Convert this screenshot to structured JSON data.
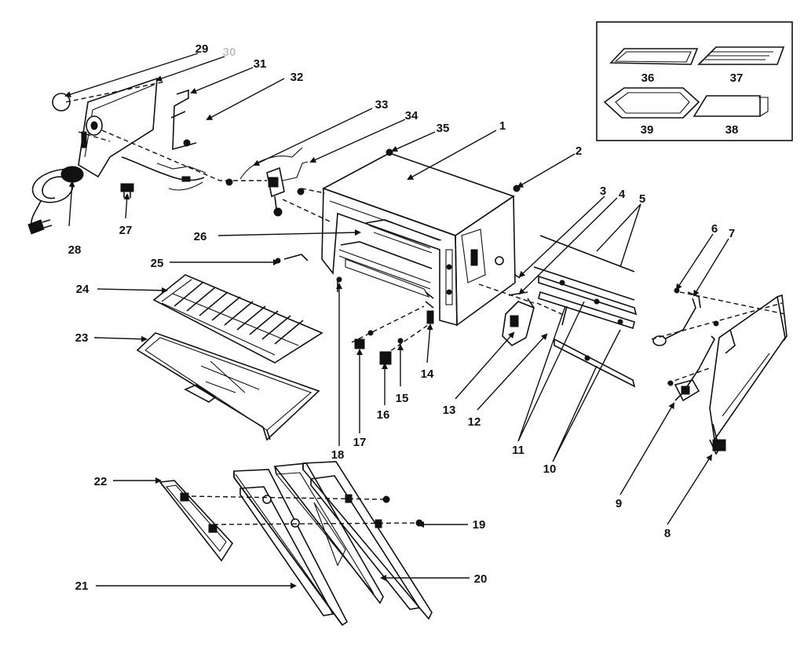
{
  "labels": {
    "l1": "1",
    "l2": "2",
    "l3": "3",
    "l4": "4",
    "l5": "5",
    "l6": "6",
    "l7": "7",
    "l8": "8",
    "l9": "9",
    "l10": "10",
    "l11": "11",
    "l12": "12",
    "l13": "13",
    "l14": "14",
    "l15": "15",
    "l16": "16",
    "l17": "17",
    "l18": "18",
    "l19": "19",
    "l20": "20",
    "l21": "21",
    "l22": "22",
    "l23": "23",
    "l24": "24",
    "l25": "25",
    "l26": "26",
    "l27": "27",
    "l28": "28",
    "l29": "29",
    "l30": "30",
    "l31": "31",
    "l32": "32",
    "l33": "33",
    "l34": "34",
    "l35": "35",
    "l36": "36",
    "l37": "37",
    "l38": "38",
    "l39": "39"
  }
}
